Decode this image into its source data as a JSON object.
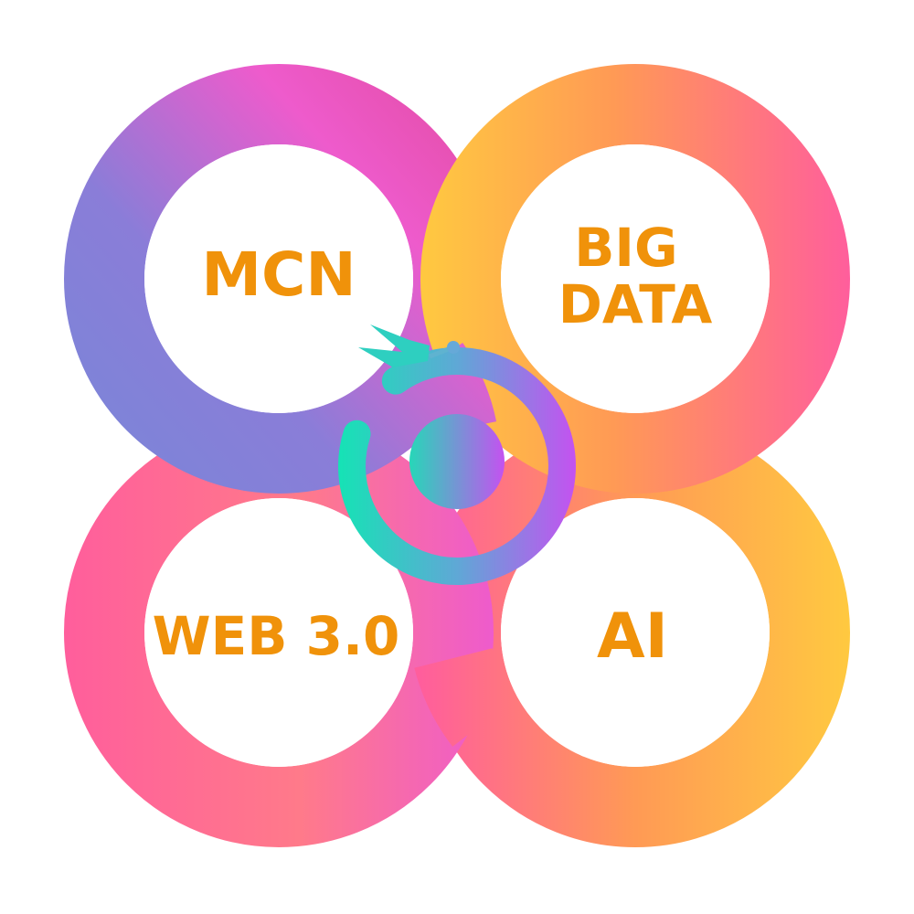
{
  "rings": [
    {
      "id": "top-left",
      "lines": [
        "MCN"
      ]
    },
    {
      "id": "top-right",
      "lines": [
        "BIG",
        "DATA"
      ]
    },
    {
      "id": "bottom-left",
      "lines": [
        "WEB 3.0"
      ]
    },
    {
      "id": "bottom-right",
      "lines": [
        "AI"
      ]
    }
  ],
  "colors": {
    "label": "#f0920a",
    "purple": "#8a7dd8",
    "magenta": "#ee5bcc",
    "pink": "#ff5e9c",
    "orange": "#ff9a55",
    "yellow": "#ffc940",
    "teal": "#15e3b5",
    "violet": "#c452f0"
  }
}
